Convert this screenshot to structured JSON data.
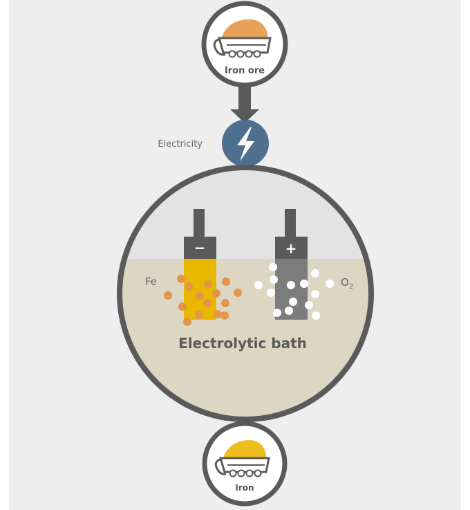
{
  "colors": {
    "outline": "#5a5a5a",
    "lightning_fill": "#4f6f8f",
    "bath_liquid": "#ddd6c3",
    "bath_air": "#e3e3e3",
    "cathode": "#e8b800",
    "anode": "#7c7c7c",
    "iron_particle": "#e39549",
    "oxygen_bubble": "#ffffff",
    "ore_load": "#e8a257",
    "iron_load": "#ecbf1f"
  },
  "input": {
    "label": "Iron ore",
    "icon": "ore-cart-icon"
  },
  "energy": {
    "label": "Electricity",
    "icon": "lightning-icon"
  },
  "bath": {
    "label": "Electrolytic bath",
    "cathode_sign": "−",
    "anode_sign": "+",
    "cathode_product": "Fe",
    "anode_product_main": "O",
    "anode_product_sub": "2"
  },
  "output": {
    "label": "Iron",
    "icon": "iron-cart-icon"
  }
}
